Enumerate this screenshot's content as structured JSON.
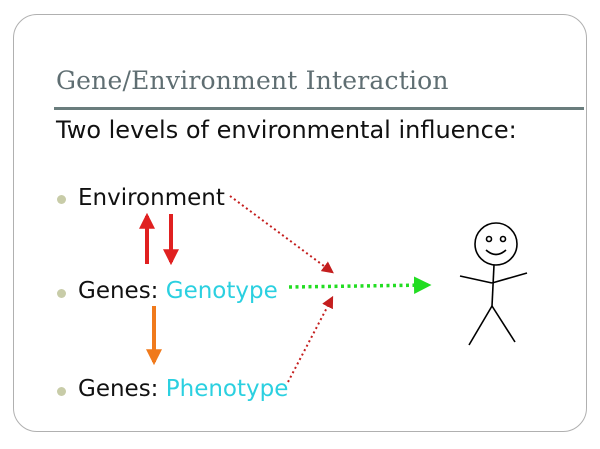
{
  "slide": {
    "title": "Gene/Environment Interaction",
    "subtitle": "Two levels of environmental influence:",
    "items": [
      {
        "label": "Environment",
        "accent": ""
      },
      {
        "label": "Genes: ",
        "accent": "Genotype"
      },
      {
        "label": "Genes: ",
        "accent": "Phenotype"
      }
    ]
  },
  "colors": {
    "title": "#5f6e72",
    "accent_text": "#2bd0e0",
    "arrow_red": "#e02020",
    "arrow_orange": "#f07a1c",
    "arrow_dotted_red": "#c41e1e",
    "arrow_dotted_green": "#22dd22",
    "bullet": "#c8cca8"
  },
  "icons": {
    "figure": "stick-figure-icon"
  }
}
